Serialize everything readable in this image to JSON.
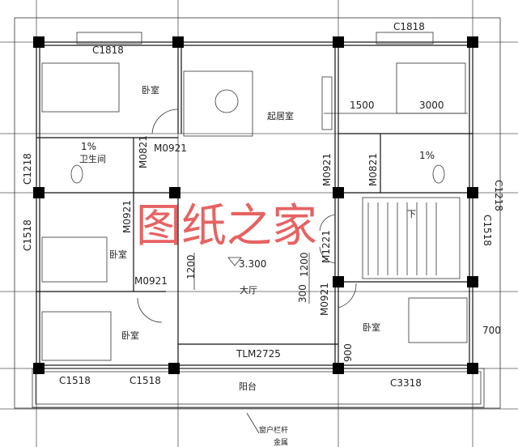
{
  "watermark": "图纸之家",
  "rooms": {
    "bedroom": "卧室",
    "living": "起居室",
    "bath": "卫生间",
    "hall": "大厅",
    "balcony": "阳台"
  },
  "windows": {
    "c1818": "C1818",
    "c1218": "C1218",
    "c1518": "C1518",
    "c3318": "C3318"
  },
  "doors": {
    "m0921": "M0921",
    "m0821": "M0821",
    "m1221": "M1221",
    "tlm2725": "TLM2725"
  },
  "dims": {
    "d1500": "1500",
    "d3000": "3000",
    "d1200": "1200",
    "d300": "300",
    "d700": "700",
    "d900": "900"
  },
  "slope": "1%",
  "elevation": "3.300",
  "stair_down": "下",
  "notes": {
    "railing": "窗户栏杆",
    "metal": "金属"
  }
}
